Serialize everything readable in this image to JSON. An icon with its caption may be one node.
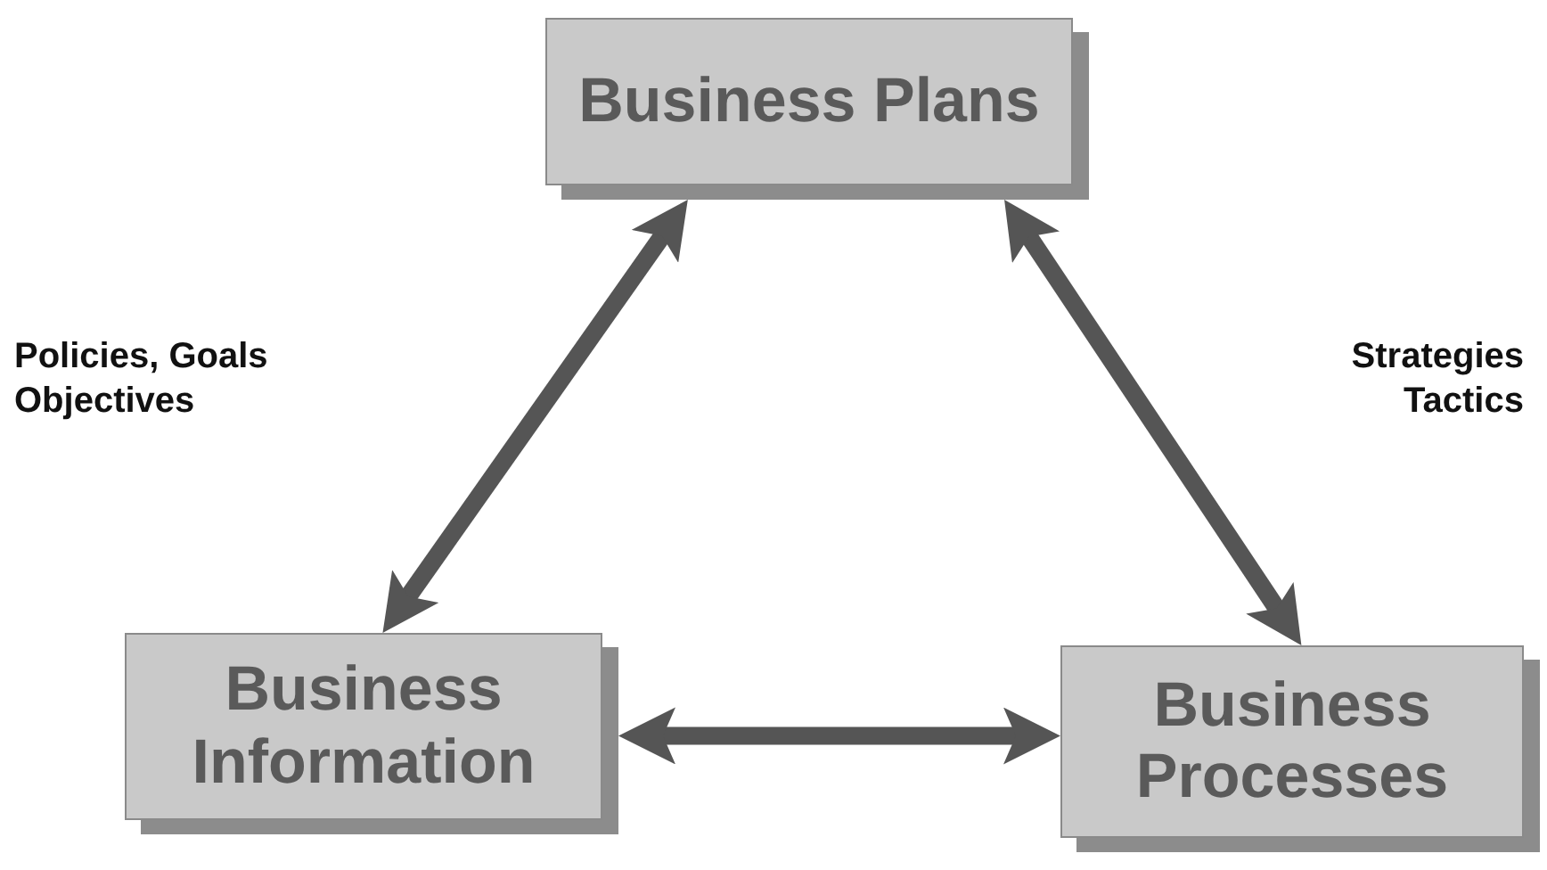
{
  "diagram": {
    "nodes": [
      {
        "text": [
          "Business Plans"
        ]
      },
      {
        "text": [
          "Business Information"
        ]
      },
      {
        "text": [
          "Business Processes"
        ]
      }
    ],
    "edges": [
      {
        "from": 1,
        "to": 0,
        "arrow": "both"
      },
      {
        "from": 0,
        "to": 2,
        "arrow": "both"
      },
      {
        "from": 1,
        "to": 2,
        "arrow": "both"
      }
    ],
    "labels": [
      "Policies, Goals Objectives",
      "Strategies Tactics"
    ]
  }
}
